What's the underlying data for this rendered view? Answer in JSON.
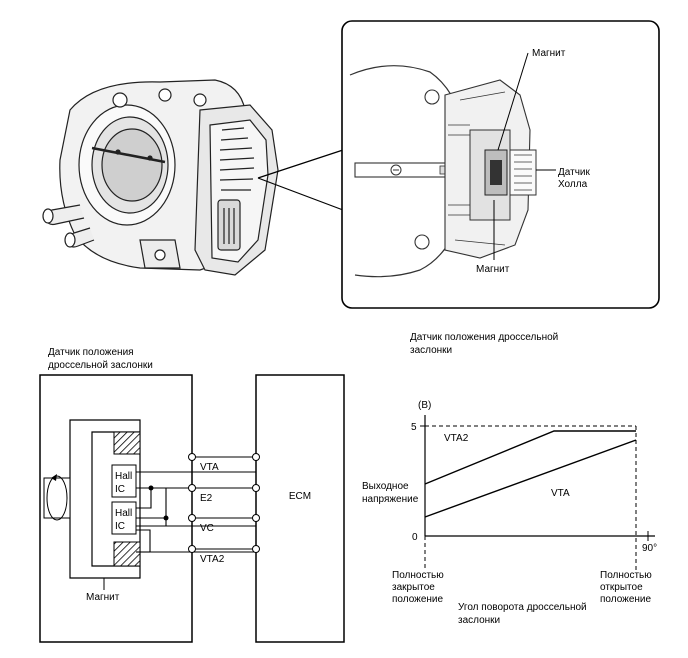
{
  "zoom_callout": {
    "magnet_top": "Магнит",
    "hall_sensor_line1": "Датчик",
    "hall_sensor_line2": "Холла",
    "magnet_bottom": "Магнит"
  },
  "circuit": {
    "title_line1": "Датчик положения",
    "title_line2": "дроссельной заслонки",
    "ic_top_line1": "Hall",
    "ic_top_line2": "IC",
    "ic_bottom_line1": "Hall",
    "ic_bottom_line2": "IC",
    "magnet_label": "Магнит",
    "ecm_label": "ECM",
    "terminals": [
      "VTA",
      "E2",
      "VC",
      "VTA2"
    ]
  },
  "graph": {
    "title_line1": "Датчик положения дроссельной",
    "title_line2": "заслонки",
    "unit_label": "(B)",
    "y_tick_top": "5",
    "y_tick_zero": "0",
    "ylabel_line1": "Выходное",
    "ylabel_line2": "напряжение",
    "x_tick_90": "90°",
    "left_label_line1": "Полностью",
    "left_label_line2": "закрытое",
    "left_label_line3": "положение",
    "right_label_line1": "Полностью",
    "right_label_line2": "открытое",
    "right_label_line3": "положение",
    "xlabel_line1": "Угол поворота дроссельной",
    "xlabel_line2": "заслонки",
    "series_vta2": "VTA2",
    "series_vta": "VTA"
  }
}
